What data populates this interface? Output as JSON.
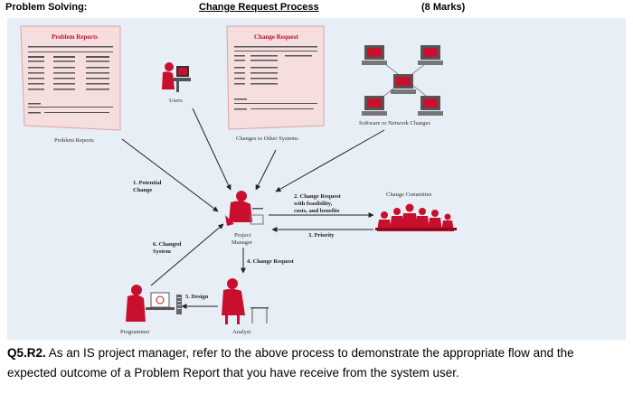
{
  "header": {
    "left": "Problem Solving:",
    "center": "Change Request Process",
    "right": "(8 Marks)"
  },
  "diagram": {
    "doc1_title": "Problem Reports",
    "doc1_caption": "Problem Reports",
    "doc2_title": "Change Request",
    "doc2_caption": "Changes to Other Systems",
    "users_label": "Users",
    "network_label": "Software or Network Changes",
    "committee_label": "Change Committee",
    "pm_label_1": "Project",
    "pm_label_2": "Manager",
    "programmer_label": "Programmer",
    "analyst_label": "Analyst",
    "step1_a": "1. Potential",
    "step1_b": "Change",
    "step2_a": "2. Change Request",
    "step2_b": "with feasibility,",
    "step2_c": "costs, and benefits",
    "step3": "3. Priority",
    "step4": "4. Change Request",
    "step5": "5. Design",
    "step6_a": "6. Changed",
    "step6_b": "System"
  },
  "question": {
    "label": "Q5.R2.",
    "text": " As an IS project manager, refer to the above process to demonstrate the appropriate flow and the expected outcome of a Problem Report that you have receive from the system user."
  },
  "colors": {
    "accent": "#c8102e",
    "doc": "#f7e4e4",
    "panel": "#e7eef6"
  }
}
